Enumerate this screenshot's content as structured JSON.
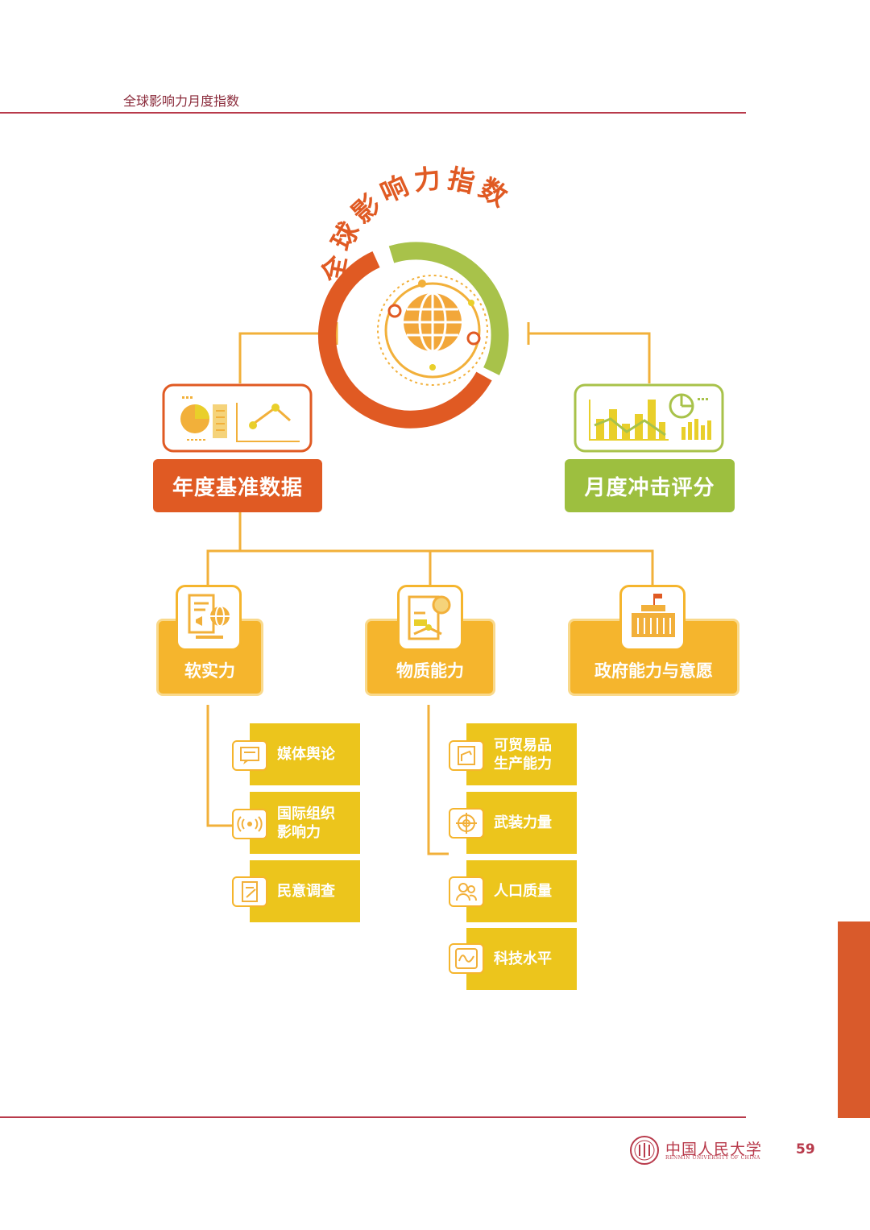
{
  "header": {
    "running_title": "全球影响力月度指数"
  },
  "diagram": {
    "root_title": "全球影响力指数",
    "branches": {
      "annual": "年度基准数据",
      "monthly": "月度冲击评分"
    },
    "categories": {
      "soft": "软实力",
      "material": "物质能力",
      "gov": "政府能力与意愿"
    },
    "soft_items": [
      "媒体舆论",
      "国际组织\n影响力",
      "民意调查"
    ],
    "material_items": [
      "可贸易品\n生产能力",
      "武装力量",
      "人口质量",
      "科技水平"
    ]
  },
  "footer": {
    "logo_text": "中国人民大学",
    "logo_sub": "RENMIN UNIVERSITY OF CHINA",
    "page_number": "59"
  },
  "colors": {
    "orange": "#e05a23",
    "green": "#9dbf3f",
    "amber": "#f5b52d",
    "yellow": "#ecc51c",
    "accent_red": "#b83a4b"
  }
}
